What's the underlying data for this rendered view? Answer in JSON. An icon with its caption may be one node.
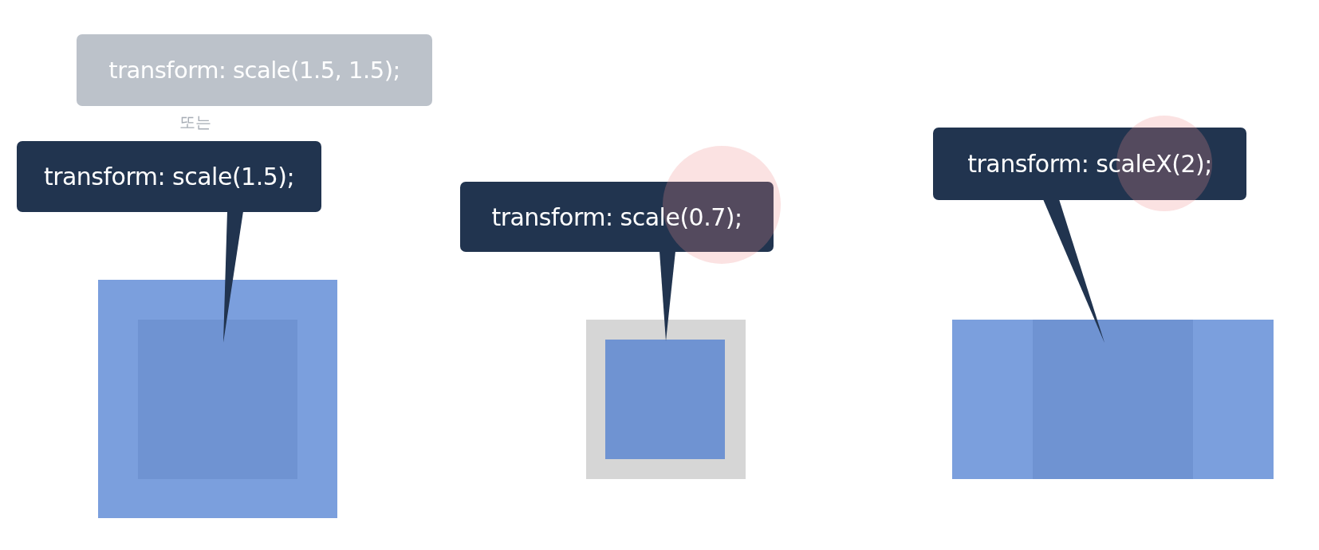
{
  "diagram": {
    "nodes": [
      {
        "text": [
          "transform: scale(1.5, 1.5);"
        ]
      },
      {
        "text": [
          "transform: scale(1.5);"
        ]
      },
      {
        "text": [
          "transform: scale(0.7);"
        ]
      },
      {
        "text": [
          "transform: scaleX(2);"
        ]
      },
      {
        "text": [],
        "shape": "box"
      },
      {
        "text": [],
        "shape": "box",
        "in": 4
      },
      {
        "text": [],
        "shape": "box"
      },
      {
        "text": [],
        "shape": "box",
        "in": 6
      },
      {
        "text": [],
        "shape": "box"
      },
      {
        "text": [],
        "shape": "box",
        "in": 8
      }
    ],
    "edges": [
      {
        "from": 1,
        "to": 5,
        "arrow": "none"
      },
      {
        "from": 2,
        "to": 7,
        "arrow": "none"
      },
      {
        "from": 3,
        "to": 9,
        "arrow": "none"
      }
    ],
    "labels": [
      "또는"
    ]
  }
}
